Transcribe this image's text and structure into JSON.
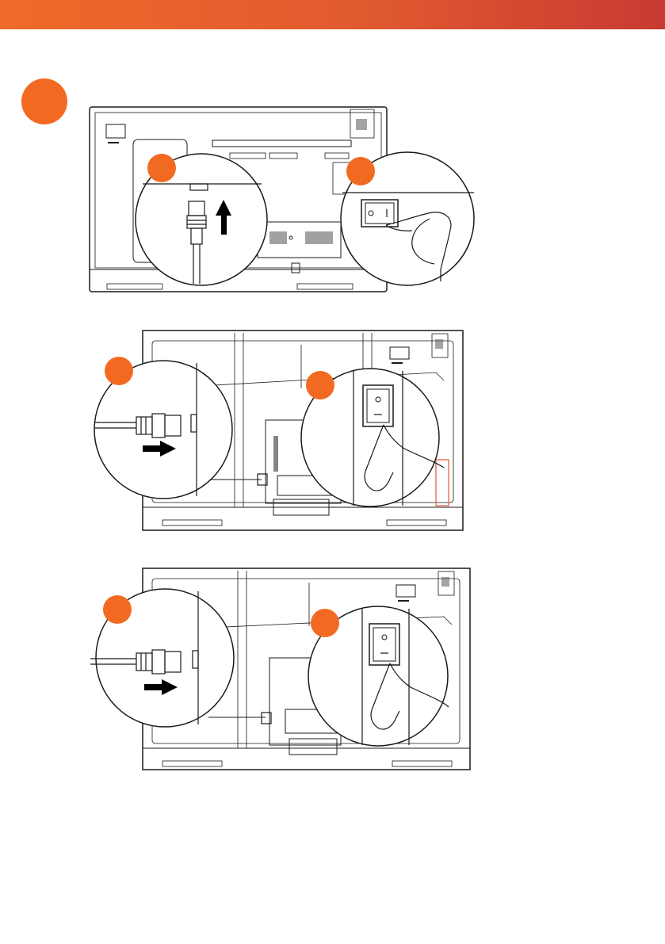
{
  "colors": {
    "header_start": "#f06a2a",
    "header_end": "#c83a32",
    "badge": "#f26a22",
    "line": "#1a1a1a",
    "highlight": "#e2592b"
  },
  "step": {
    "icon": "step-number-badge"
  },
  "diagrams": [
    {
      "id": "panel-1",
      "icons": [
        "power-cord-up-icon",
        "power-switch-icon"
      ]
    },
    {
      "id": "panel-2",
      "icons": [
        "power-cord-right-icon",
        "power-switch-icon"
      ]
    },
    {
      "id": "panel-3",
      "icons": [
        "power-cord-right-icon",
        "power-switch-icon"
      ]
    }
  ]
}
